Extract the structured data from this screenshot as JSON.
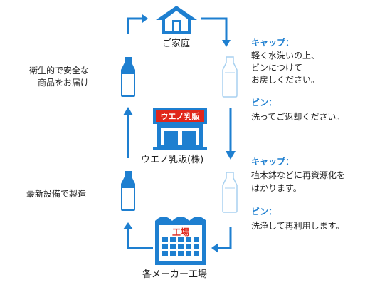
{
  "colors": {
    "accent": "#1e7fd0",
    "factory_label": "#e0261b",
    "dark": "#1a1a1a"
  },
  "nodes": {
    "home": {
      "label": "ご家庭",
      "icon": "house-icon"
    },
    "dairy": {
      "label": "ウエノ乳販(株)",
      "sign": "ウエノ乳販",
      "icon": "store-icon"
    },
    "factory": {
      "label": "各メーカー工場",
      "sign": "工場",
      "icon": "factory-icon"
    }
  },
  "left_notes": {
    "delivery": [
      "衛生的で安全な",
      "商品をお届け"
    ],
    "production": "最新設備で製造"
  },
  "right_notes": {
    "return": {
      "cap_heading": "キャップ：",
      "cap_lines": [
        "軽く水洗いの上、",
        "ビンにつけて",
        "お戻しください。"
      ],
      "bottle_heading": "ビン：",
      "bottle_text": "洗ってご返却ください。"
    },
    "recycle": {
      "cap_heading": "キャップ：",
      "cap_lines": [
        "植木鉢などに再資源化を",
        "はかります。"
      ],
      "bottle_heading": "ビン：",
      "bottle_text": "洗浄して再利用します。"
    }
  }
}
